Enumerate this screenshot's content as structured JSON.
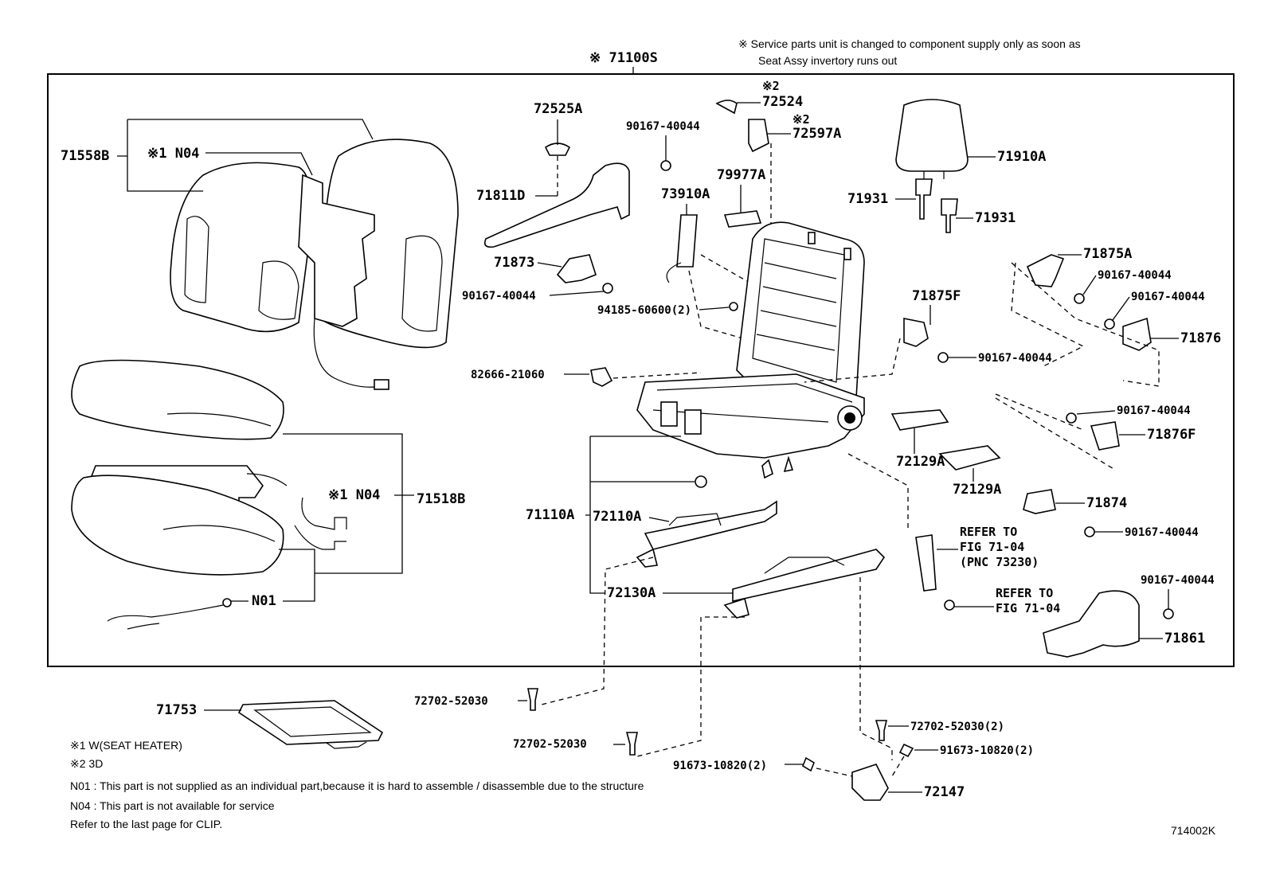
{
  "header_note": {
    "line1": "※ Service parts unit is changed to component supply only as soon as",
    "line2": "Seat Assy invertory runs out"
  },
  "assembly_label": "※ 71100S",
  "parts": {
    "p71558B": "71558B",
    "p71558B_note": "※1 N04",
    "p72525A": "72525A",
    "p90167_a": "90167-40044",
    "p72524_mark": "※2",
    "p72524": "72524",
    "p72597A_mark": "※2",
    "p72597A": "72597A",
    "p71910A": "71910A",
    "p71811D": "71811D",
    "p73910A": "73910A",
    "p79977A": "79977A",
    "p71931_a": "71931",
    "p71931_b": "71931",
    "p71873": "71873",
    "p90167_b": "90167-40044",
    "p94185": "94185-60600(2)",
    "p71875A": "71875A",
    "p90167_c": "90167-40044",
    "p90167_d": "90167-40044",
    "p71875F": "71875F",
    "p71876": "71876",
    "p90167_e": "90167-40044",
    "p82666": "82666-21060",
    "p90167_f": "90167-40044",
    "p71876F": "71876F",
    "p72129A_a": "72129A",
    "p72129A_b": "72129A",
    "p71518B_note": "※1  N04",
    "p71518B": "71518B",
    "p71874": "71874",
    "p71110A": "71110A",
    "p72110A": "72110A",
    "p90167_g": "90167-40044",
    "refer1_line1": "REFER TO",
    "refer1_line2": "FIG 71-04",
    "refer1_line3": "(PNC 73230)",
    "refer2_line1": "REFER TO",
    "refer2_line2": "FIG 71-04",
    "p90167_h": "90167-40044",
    "pN01": "N01",
    "p72130A": "72130A",
    "p71861": "71861",
    "p72702_a": "72702-52030",
    "p71753": "71753",
    "p72702_b": "72702-52030(2)",
    "p72702_c": "72702-52030",
    "p91673_a": "91673-10820(2)",
    "p91673_b": "91673-10820(2)",
    "p72147": "72147"
  },
  "footnotes": {
    "f1": "※1  W(SEAT HEATER)",
    "f2": "※2  3D",
    "f3": "N01 : This part is not supplied as an individual part,because it is hard to assemble / disassemble due to the structure",
    "f4": "N04 : This part is not available for service",
    "f5": "Refer to the last page for CLIP."
  },
  "figure_code": "714002K"
}
